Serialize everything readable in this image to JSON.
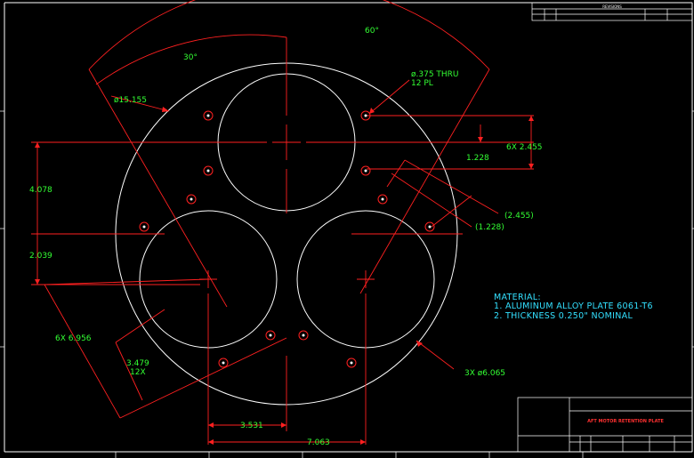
{
  "drawing": {
    "colors": {
      "background": "#000000",
      "geometry": "#ffffff",
      "centerlines": "#ff2020",
      "dimension_text": "#33ff33",
      "note_text": "#33e0ff",
      "titleblock_text": "#ff3030"
    },
    "angles": {
      "total": "60°",
      "half": "30°"
    },
    "diameters": {
      "plate": "ø15.155",
      "holes_line1": "ø.375 THRU",
      "holes_line2": "12 PL",
      "large_holes": "3X ø6.065"
    },
    "dims": {
      "right_pattern": "6X 2.455",
      "right_half": "1.228",
      "oblique_long": "(2.455)",
      "oblique_short": "(1.228)",
      "left_upper": "4.078",
      "left_lower": "2.039",
      "left_diag": "6X 6.956",
      "bottom_diag_line1": "3.479",
      "bottom_diag_line2": "12X",
      "bottom_short": "3.531",
      "bottom_long": "7.063"
    },
    "notes": {
      "title": "MATERIAL:",
      "line1": "1.  ALUMINUM ALLOY PLATE 6061-T6",
      "line2": "2.  THICKNESS 0.250\" NOMINAL"
    },
    "titleblock": {
      "title": "AFT MOTOR RETENTION PLATE"
    },
    "revision_block": {
      "header": "REVISIONS"
    }
  }
}
